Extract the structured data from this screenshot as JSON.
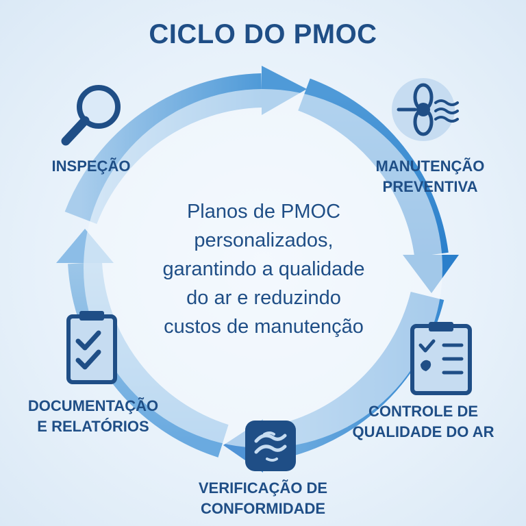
{
  "title": "CICLO DO PMOC",
  "center": {
    "lines": [
      "Planos de PMOC",
      "personalizados,",
      "garantindo a qualidade",
      "do ar e reduzindo",
      "custos de manutenção"
    ]
  },
  "steps": [
    {
      "id": "inspecao",
      "lines": [
        "INSPEÇÃO"
      ],
      "icon": "magnifier-icon"
    },
    {
      "id": "manutencao",
      "lines": [
        "MANUTENÇÃO",
        "PREVENTIVA"
      ],
      "icon": "hvac-fan-icon"
    },
    {
      "id": "controle",
      "lines": [
        "CONTROLE DE",
        "QUALIDADE DO AR"
      ],
      "icon": "checklist-clipboard-icon"
    },
    {
      "id": "verificacao",
      "lines": [
        "VERIFICAÇÃO DE",
        "CONFORMIDADE"
      ],
      "icon": "airflow-badge-icon"
    },
    {
      "id": "documentacao",
      "lines": [
        "DOCUMENTAÇÃO",
        "E RELATÓRIOS"
      ],
      "icon": "clipboard-checks-icon"
    }
  ],
  "colors": {
    "primary": "#1f4e86",
    "arrow_light": "#9cc6e8",
    "arrow_mid": "#5da4dc",
    "arrow_dark": "#2f86d0",
    "icon_fill": "#c6dcf1"
  }
}
